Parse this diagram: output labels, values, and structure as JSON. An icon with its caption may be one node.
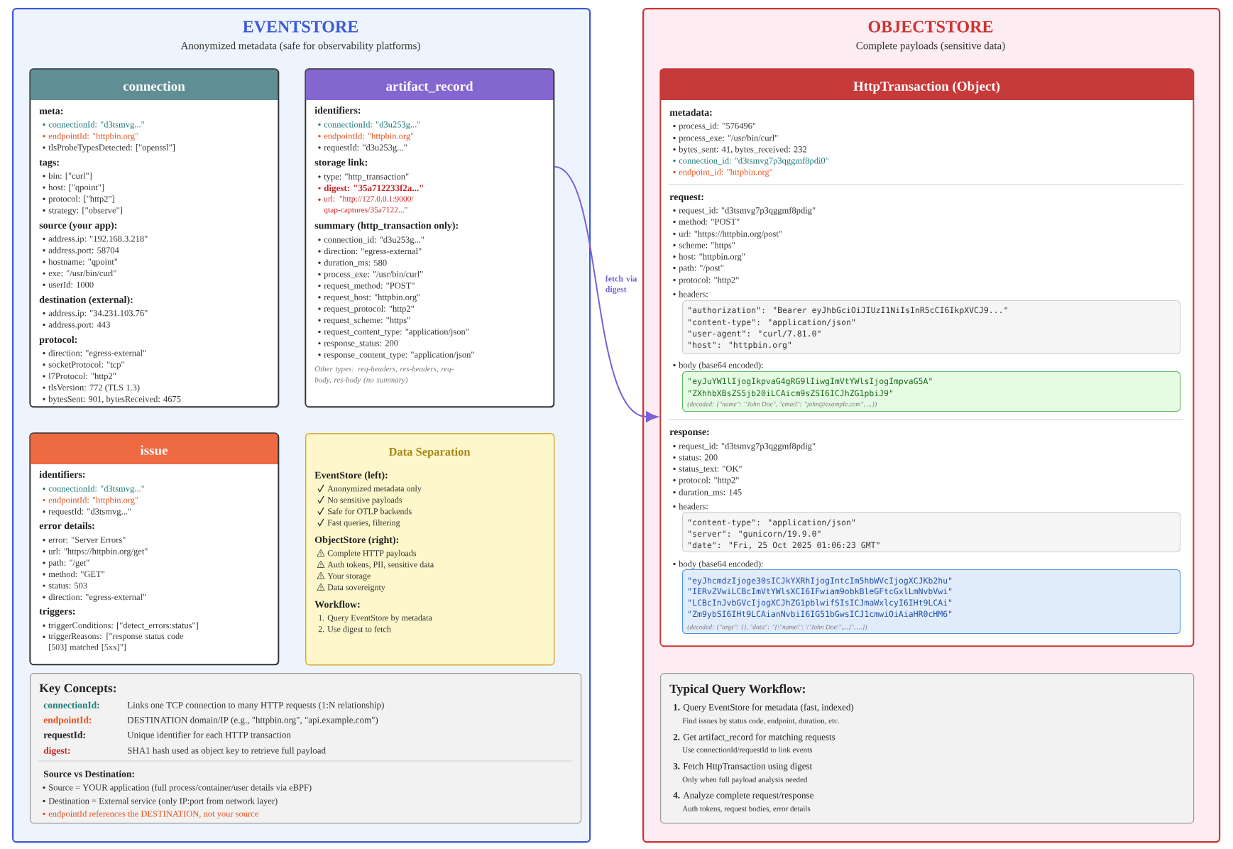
{
  "diagram": {
    "nodes": [
      {
        "text": [
          "EVENTSTORE",
          "Anonymized metadata (safe for observability platforms)"
        ]
      },
      {
        "text": [
          "connection",
          "meta:",
          "connectionId: \"d3tsmvg...\"",
          "endpointId: \"httpbin.org\"",
          "tlsProbeTypesDetected: [\"openssl\"]",
          "tags:",
          "bin: [\"curl\"]",
          "host: [\"qpoint\"]",
          "protocol: [\"http2\"]",
          "strategy: [\"observe\"]",
          "source (your app):",
          "address.ip: \"192.168.3.218\"",
          "address.port: 58704",
          "hostname: \"qpoint\"",
          "exe: \"/usr/bin/curl\"",
          "userId: 1000",
          "destination (external):",
          "address.ip: \"34.231.103.76\"",
          "address.port: 443",
          "protocol:",
          "direction: \"egress-external\"",
          "socketProtocol: \"tcp\"",
          "l7Protocol: \"http2\"",
          "tlsVersion: 772 (TLS 1.3)",
          "bytesSent: 901, bytesReceived: 4675"
        ],
        "in": 0
      },
      {
        "text": [
          "artifact_record",
          "identifiers:",
          "connectionId: \"d3u253g...\"",
          "endpointId: \"httpbin.org\"",
          "requestId: \"d3u253g...\"",
          "storage link:",
          "type: \"http_transaction\"",
          "digest: \"35a712233f2a...\"",
          "url: \"http://127.0.0.1:9000/ qtap-captures/35a7122...\"",
          "summary (http_transaction only):",
          "connection_id: \"d3u253g...\"",
          "direction: \"egress-external\"",
          "duration_ms: 580",
          "process_exe: \"/usr/bin/curl\"",
          "request_method: \"POST\"",
          "request_host: \"httpbin.org\"",
          "request_protocol: \"http2\"",
          "request_scheme: \"https\"",
          "request_content_type: \"application/json\"",
          "response_status: 200",
          "response_content_type: \"application/json\"",
          "Other types: req-headers, res-headers, req-body, res-body (no summary)"
        ],
        "in": 0
      },
      {
        "text": [
          "issue",
          "identifiers:",
          "connectionId: \"d3tsmvg...\"",
          "endpointId: \"httpbin.org\"",
          "requestId: \"d3tsmvg...\"",
          "error details:",
          "error: \"Server Errors\"",
          "url: \"https://httpbin.org/get\"",
          "path: \"/get\"",
          "method: \"GET\"",
          "status: 503",
          "direction: \"egress-external\"",
          "triggers:",
          "triggerConditions: [\"detect_errors:status\"]",
          "triggerReasons: [\"response status code [503] matched [5xx]\"]"
        ],
        "in": 0
      },
      {
        "text": [
          "Data Separation",
          "EventStore (left):",
          "Anonymized metadata only",
          "No sensitive payloads",
          "Safe for OTLP backends",
          "Fast queries, filtering",
          "ObjectStore (right):",
          "Complete HTTP payloads",
          "Auth tokens, PII, sensitive data",
          "Your storage",
          "Data sovereignty",
          "Workflow:",
          "1. Query EventStore by metadata",
          "2. Use digest to fetch"
        ],
        "in": 0
      },
      {
        "text": [
          "Key Concepts:",
          "connectionId:",
          "Links one TCP connection to many HTTP requests (1:N relationship)",
          "endpointId:",
          "DESTINATION domain/IP (e.g., \"httpbin.org\", \"api.example.com\")",
          "requestId:",
          "Unique identifier for each HTTP transaction",
          "digest:",
          "SHA1 hash used as object key to retrieve full payload",
          "Source vs Destination:",
          "Source = YOUR application (full process/container/user details via eBPF)",
          "Destination = External service (only IP:port from network layer)",
          "endpointId references the DESTINATION, not your source"
        ],
        "in": 0
      },
      {
        "text": [
          "OBJECTSTORE",
          "Complete payloads (sensitive data)"
        ]
      },
      {
        "text": [
          "HttpTransaction (Object)",
          "metadata:",
          "process_id: \"576496\"",
          "process_exe: \"/usr/bin/curl\"",
          "bytes_sent: 41, bytes_received: 232",
          "connection_id: \"d3tsmvg7p3qggmf8pdi0\"",
          "endpoint_id: \"httpbin.org\"",
          "request:",
          "request_id: \"d3tsmvg7p3qggmf8pdig\"",
          "method: \"POST\"",
          "url: \"https://httpbin.org/post\"",
          "scheme: \"https\"",
          "host: \"httpbin.org\"",
          "path: \"/post\"",
          "protocol: \"http2\"",
          "headers:",
          "body (base64 encoded):",
          "response:",
          "request_id: \"d3tsmvg7p3qggmf8pdig\"",
          "status: 200",
          "status_text: \"OK\"",
          "protocol: \"http2\"",
          "duration_ms: 145",
          "headers:",
          "body (base64 encoded):"
        ],
        "in": 6
      },
      {
        "text": [
          "\"authorization\": \"Bearer eyJhbGciOiJIUzI1NiIsInR5cCI6IkpXVCJ9...\"",
          "\"content-type\": \"application/json\"",
          "\"user-agent\": \"curl/7.81.0\"",
          "\"host\": \"httpbin.org\""
        ],
        "in": 7
      },
      {
        "text": [
          "\"eyJuYW1lIjogIkpvaG4gRG9lIiwgImVtYWlsIjogImpvaG5A\"",
          "\"ZXhhbXBsZS5jb20iLCAicm9sZSI6ICJhZG1pbiJ9\"",
          "(decoded: {\"name\": \"John Doe\", \"email\": \"john@example.com\", ...})"
        ],
        "in": 7
      },
      {
        "text": [
          "\"content-type\": \"application/json\"",
          "\"server\": \"gunicorn/19.9.0\"",
          "\"date\": \"Fri, 25 Oct 2025 01:06:23 GMT\""
        ],
        "in": 7
      },
      {
        "text": [
          "\"eyJhcmdzIjoge30sICJkYXRhIjogIntcIm5hbWVcIjogXCJKb2hu\"",
          "\"IERvZVwiLCBcImVtYWlsXCI6IFwiam9obkBleGFtcGxlLmNvbVwi\"",
          "\"LCBcInJvbGVcIjogXCJhZG1pblwifSIsICJmaWxlcyI6IHt9LCAi\"",
          "\"Zm9ybSI6IHt9LCAianNvbiI6IG51bGwsICJ1cmwiOiAiaHR0cHM6\"",
          "(decoded: {\"args\": {}, \"data\": \"{\\\"name\\\": \\\"John Doe\\\",...}\", ...})"
        ],
        "in": 7
      },
      {
        "text": [
          "Typical Query Workflow:",
          "**1.** Query EventStore for metadata (fast, indexed)",
          "Find issues by status code, endpoint, duration, etc.",
          "**2.** Get artifact_record for matching requests",
          "Use connectionId/requestId to link events",
          "**3.** Fetch HttpTransaction using digest",
          "Only when full payload analysis needed",
          "**4.** Analyze complete request/response",
          "Auth tokens, request bodies, error details"
        ],
        "in": 6
      }
    ],
    "edges": [
      {
        "from": 2,
        "to": 7,
        "arrow": "to",
        "label": "fetch via digest"
      }
    ]
  }
}
